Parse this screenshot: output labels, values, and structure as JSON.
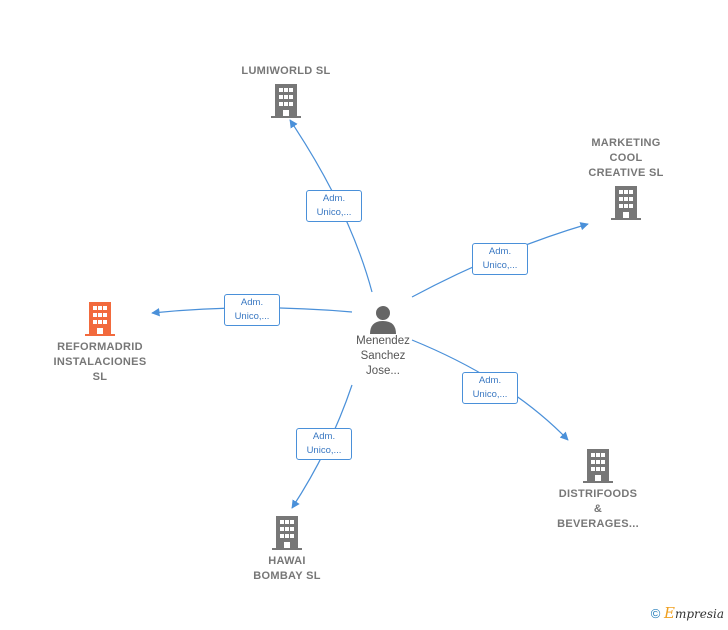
{
  "center": {
    "name": "Menendez\nSanchez\nJose...",
    "icon": "person-icon"
  },
  "companies": [
    {
      "id": "lumiworld",
      "name": "LUMIWORLD SL",
      "icon": "building-icon",
      "color": "#777777"
    },
    {
      "id": "marketing",
      "name": "MARKETING\nCOOL\nCREATIVE  SL",
      "icon": "building-icon",
      "color": "#777777"
    },
    {
      "id": "reformadrid",
      "name": "REFORMADRID\nINSTALACIONES\nSL",
      "icon": "building-icon",
      "color": "#f26a3d"
    },
    {
      "id": "distrifoods",
      "name": "DISTRIFOODS\n&\nBEVERAGES...",
      "icon": "building-icon",
      "color": "#777777"
    },
    {
      "id": "hawai",
      "name": "HAWAI\nBOMBAY  SL",
      "icon": "building-icon",
      "color": "#777777"
    }
  ],
  "relations": [
    {
      "to": "lumiworld",
      "label": "Adm.\nUnico,..."
    },
    {
      "to": "marketing",
      "label": "Adm.\nUnico,..."
    },
    {
      "to": "reformadrid",
      "label": "Adm.\nUnico,..."
    },
    {
      "to": "distrifoods",
      "label": "Adm.\nUnico,..."
    },
    {
      "to": "hawai",
      "label": "Adm.\nUnico,..."
    }
  ],
  "footer": {
    "copyright": "©",
    "brand_first": "E",
    "brand_rest": "mpresia"
  },
  "colors": {
    "edge": "#4a90d9",
    "building": "#777777",
    "building_highlight": "#f26a3d"
  }
}
